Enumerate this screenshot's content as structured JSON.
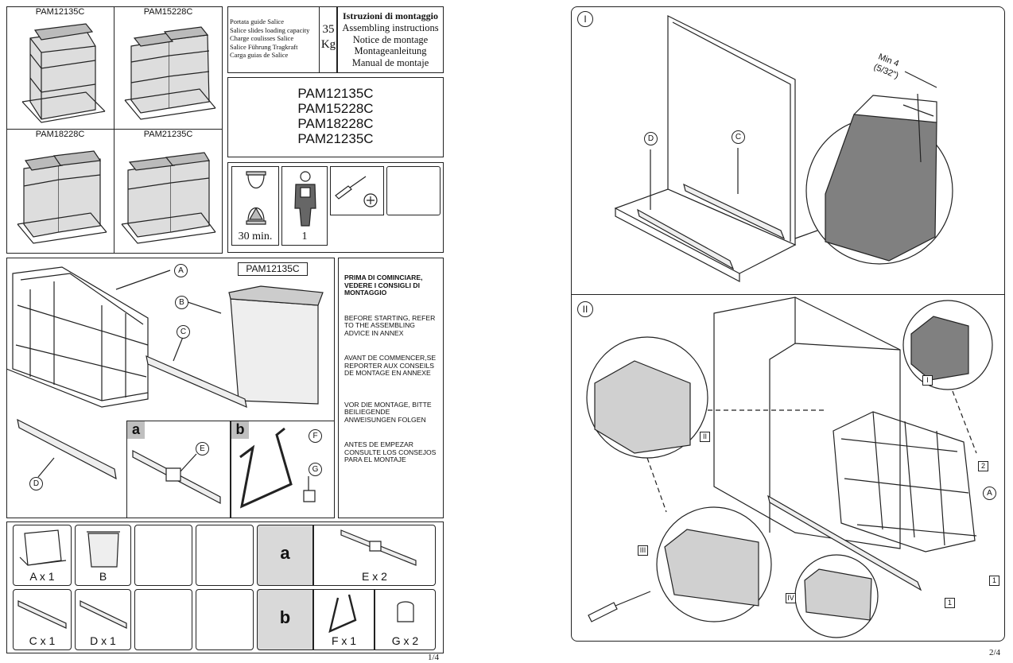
{
  "page1": {
    "products": [
      {
        "code": "PAM12135C"
      },
      {
        "code": "PAM15228C"
      },
      {
        "code": "PAM18228C"
      },
      {
        "code": "PAM21235C"
      }
    ],
    "capacity": {
      "lines": [
        "Portata guide Salice",
        "Salice slides loading capacity",
        "Charge coulisses Salice",
        "Salice Führung Tragkraft",
        "Carga guias de Salice"
      ],
      "value": "35",
      "unit": "Kg"
    },
    "instructions": {
      "title": "Istruzioni di montaggio",
      "lines": [
        "Assembling instructions",
        "Notice de montage",
        "Montageanleitung",
        "Manual de montaje"
      ]
    },
    "models": [
      "PAM12135C",
      "PAM15228C",
      "PAM18228C",
      "PAM21235C"
    ],
    "requirements": {
      "time": "30 min.",
      "persons": "1"
    },
    "exploded": {
      "model_label": "PAM12135C",
      "parts": [
        "A",
        "B",
        "C",
        "D",
        "E",
        "F",
        "G"
      ],
      "sub_a": "a",
      "sub_b": "b"
    },
    "notes": [
      {
        "text": "PRIMA DI COMINCIARE, VEDERE I CONSIGLI DI MONTAGGIO",
        "bold": true
      },
      {
        "text": "BEFORE STARTING, REFER TO THE ASSEMBLING ADVICE IN ANNEX",
        "bold": false
      },
      {
        "text": "AVANT DE COMMENCER,SE REPORTER AUX CONSEILS DE MONTAGE EN ANNEXE",
        "bold": false
      },
      {
        "text": "VOR DIE MONTAGE, BITTE BEILIEGENDE ANWEISUNGEN FOLGEN",
        "bold": false
      },
      {
        "text": "ANTES DE EMPEZAR CONSULTE LOS CONSEJOS PARA EL MONTAJE",
        "bold": false
      }
    ],
    "parts_list": {
      "a_x1": "A  x  1",
      "b": "B",
      "sub_a": "a",
      "e_x2": "E  x  2",
      "c_x1": "C  x  1",
      "d_x1": "D  x  1",
      "sub_b": "b",
      "f_x1": "F  x  1",
      "g_x2": "G  x  2"
    },
    "page_number": "1/4"
  },
  "page2": {
    "step1": {
      "number": "I",
      "labels": [
        "D",
        "C"
      ],
      "min_label": "Min 4",
      "min_inch": "(5/32\")"
    },
    "step2": {
      "number": "II",
      "labels": [
        "A",
        "I",
        "II",
        "III",
        "IV",
        "1",
        "1",
        "2"
      ]
    },
    "page_number": "2/4"
  },
  "colors": {
    "line": "#222222",
    "panel_gray": "#d9d9d9",
    "shade": "#7a7a7a"
  }
}
